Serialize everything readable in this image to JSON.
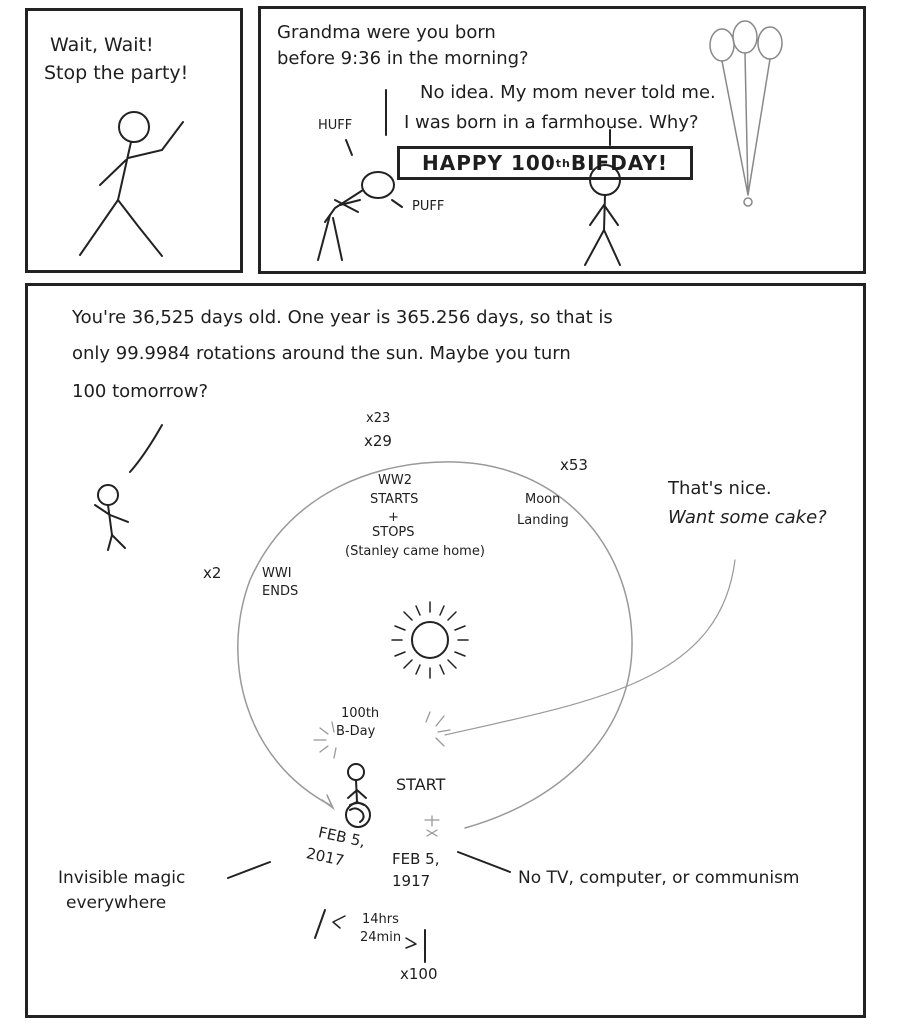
{
  "panel1": {
    "line1": "Wait, Wait!",
    "line2": "Stop the party!"
  },
  "panel2": {
    "question_line1": "Grandma were you born",
    "question_line2": "before 9:36 in the morning?",
    "reply_line1": "No idea. My mom never told me.",
    "reply_line2": "I was born in a farmhouse. Why?",
    "huff": "HUFF",
    "puff": "PUFF",
    "banner_a": "HAPPY 100",
    "banner_sup": "th",
    "banner_b": " BIF",
    "banner_c": " DAY!"
  },
  "panel3": {
    "speech_line1": "You're 36,525 days old. One year is 365.256 days, so that is",
    "speech_line2": "only 99.9984 rotations around the sun. Maybe you turn",
    "speech_line3": "100 tomorrow?",
    "reply_line1": "That's nice.",
    "reply_line2": "Want some cake?",
    "x23": "x23",
    "x29": "x29",
    "x53": "x53",
    "x2": "x2",
    "x100": "x100",
    "ww2_1": "WW2",
    "ww2_2": "STARTS",
    "ww2_3": "+",
    "ww2_4": "STOPS",
    "ww2_5": "(Stanley came home)",
    "moon_1": "Moon",
    "moon_2": "Landing",
    "wwi_1": "WWI",
    "wwi_2": "ENDS",
    "bday_1": "100th",
    "bday_2": "B-Day",
    "start": "START",
    "feb2017_1": "FEB 5,",
    "feb2017_2": "2017",
    "feb1917_1": "FEB 5,",
    "feb1917_2": "1917",
    "magic_1": "Invisible magic",
    "magic_2": "everywhere",
    "notv": "No TV, computer, or communism",
    "hrs": "14hrs",
    "min": "24min"
  }
}
